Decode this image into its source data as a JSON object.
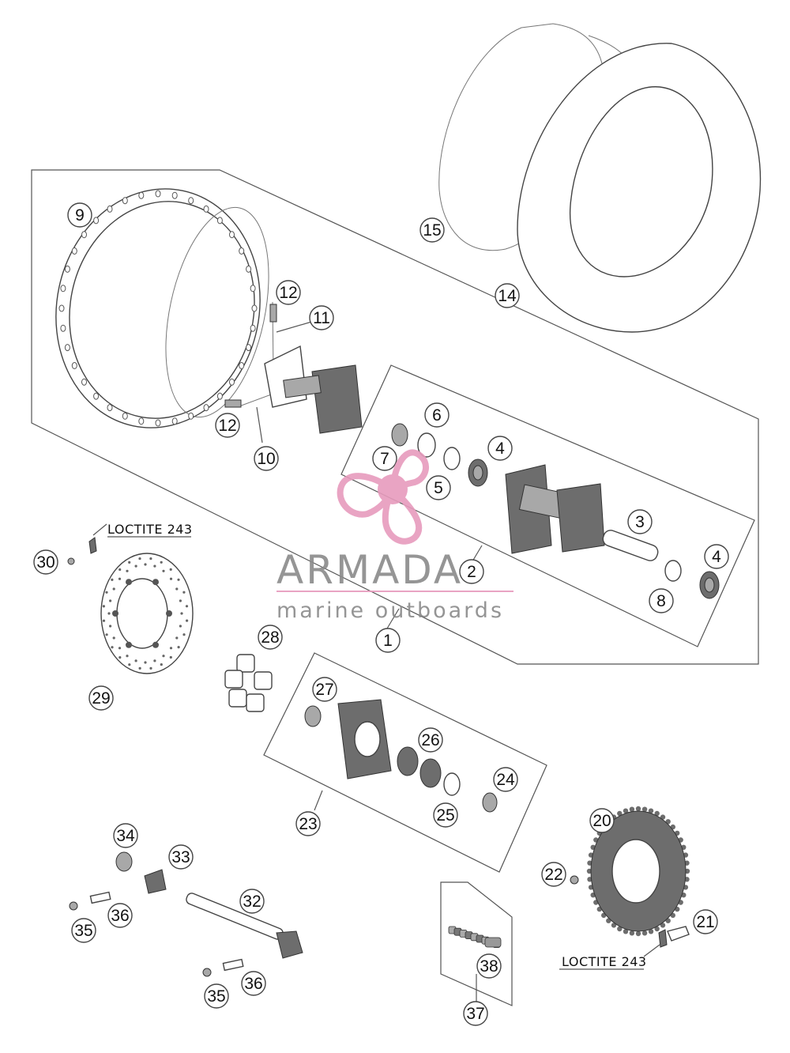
{
  "callouts": [
    "1",
    "2",
    "3",
    "4",
    "4",
    "5",
    "6",
    "7",
    "8",
    "9",
    "10",
    "11",
    "12",
    "12",
    "14",
    "15",
    "20",
    "21",
    "22",
    "23",
    "24",
    "25",
    "26",
    "27",
    "28",
    "29",
    "30",
    "32",
    "33",
    "34",
    "35",
    "35",
    "36",
    "36",
    "37",
    "38"
  ],
  "labels": {
    "loctite_left": "LOCTITE 243",
    "loctite_right": "LOCTITE 243"
  },
  "watermark": {
    "brand": "ARMADA",
    "tagline": "marine outboards",
    "accent_color": "#e79bbd",
    "text_color": "#8a8a8a"
  }
}
